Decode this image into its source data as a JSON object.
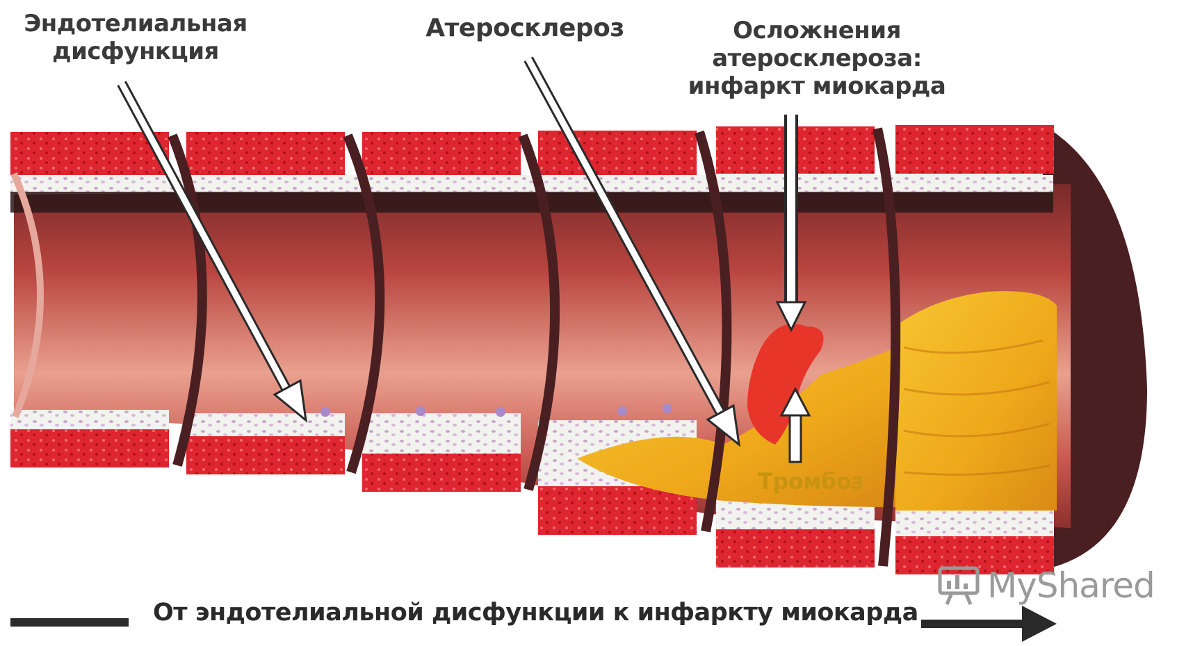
{
  "labels": {
    "endothelial_dysfunction": [
      "Эндотелиальная",
      "дисфункция"
    ],
    "atherosclerosis": "Атеросклероз",
    "complications": [
      "Осложнения",
      "атеросклероза:",
      "инфаркт миокарда"
    ],
    "thrombosis": "Тромбоз"
  },
  "caption": "От эндотелиальной дисфункции к инфаркту миокарда",
  "watermark": "MyShared",
  "colors": {
    "vessel_wall": "#d8202a",
    "lumen": "#c95a52",
    "lumen_light": "#e9a08f",
    "edge_dark": "#4a1f22",
    "plaque": "#f0b21c",
    "thrombus": "#e8352a",
    "text": "#3a3a3a",
    "thrombosis_text": "#c99312"
  },
  "icons": [
    "arrow-down",
    "arrow-right",
    "watermark-logo-icon"
  ]
}
